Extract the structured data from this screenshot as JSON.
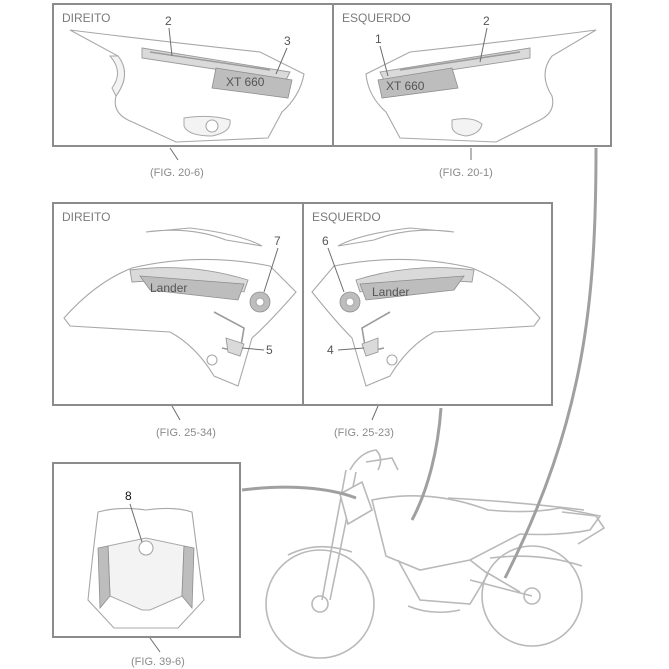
{
  "panels": [
    {
      "title": "DIREITO",
      "figure_ref": "(FIG. 20-6)",
      "callouts": [
        "2",
        "3"
      ]
    },
    {
      "title": "ESQUERDO",
      "figure_ref": "(FIG. 20-1)",
      "callouts": [
        "1",
        "2"
      ]
    },
    {
      "title": "DIREITO",
      "figure_ref": "(FIG. 25-34)",
      "callouts": [
        "7",
        "5"
      ]
    },
    {
      "title": "ESQUERDO",
      "figure_ref": "(FIG. 25-23)",
      "callouts": [
        "6",
        "4"
      ]
    },
    {
      "title": "",
      "figure_ref": "(FIG. 39-6)",
      "callouts": [
        "8"
      ]
    }
  ],
  "colors": {
    "frame": "#8c8c8c",
    "part_outline": "#a8a8a8",
    "callout_text": "#555555"
  }
}
